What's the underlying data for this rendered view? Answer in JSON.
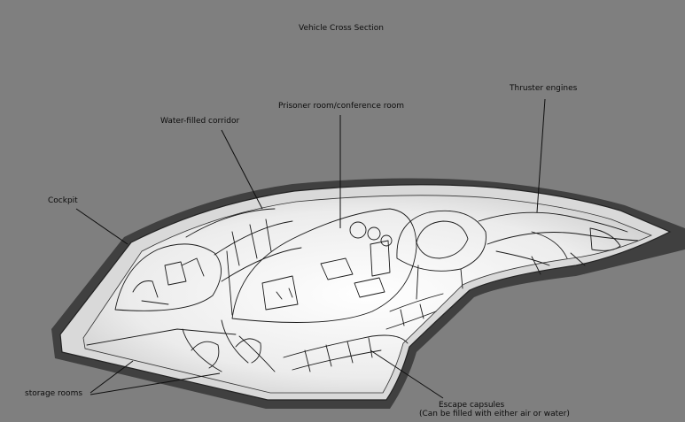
{
  "title": "Vehicle Cross Section",
  "labels": {
    "thruster": "Thruster engines",
    "prisoner": "Prisoner room/conference room",
    "corridor": "Water-filled corridor",
    "cockpit": "Cockpit",
    "storage": "storage rooms",
    "escape": "Escape capsules",
    "escape_note": "(Can be filled with either air or water)"
  },
  "colors": {
    "background": "#7f7f7f",
    "hull_shadow": "#2f2f2f",
    "interior": "#f4f4f4",
    "ink": "#1a1a1a"
  }
}
